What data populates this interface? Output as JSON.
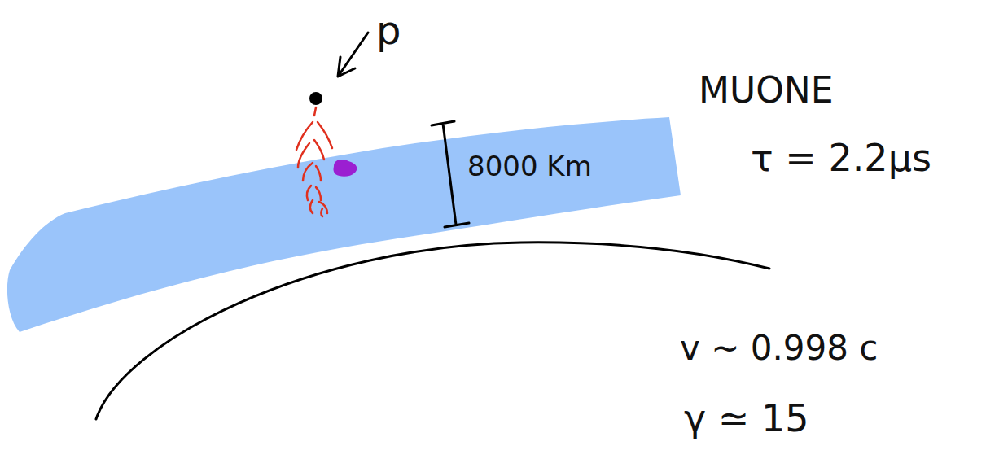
{
  "diagram": {
    "labels": [
      "p",
      "8000 Km",
      "MUONE",
      "τ = 2.2μs",
      "v ~ 0.998 c",
      "γ ≃ 15"
    ]
  }
}
